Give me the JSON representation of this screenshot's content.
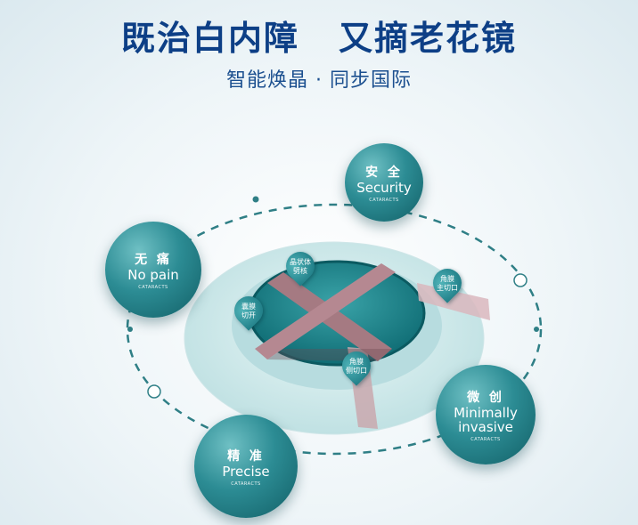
{
  "header": {
    "title_left": "既治白内障",
    "title_right": "又摘老花镜",
    "subtitle_left": "智能焕晶",
    "subtitle_sep": "·",
    "subtitle_right": "同步国际"
  },
  "bubbles": {
    "security": {
      "cn": "安 全",
      "en": "Security",
      "tag": "CATARACTS"
    },
    "nopain": {
      "cn": "无 痛",
      "en": "No pain",
      "tag": "CATARACTS"
    },
    "minimal": {
      "cn": "微 创",
      "en1": "Minimally",
      "en2": "invasive",
      "tag": "CATARACTS"
    },
    "precise": {
      "cn": "精 准",
      "en": "Precise",
      "tag": "CATARACTS"
    }
  },
  "pins": {
    "lens": {
      "l1": "晶状体",
      "l2": "劈核"
    },
    "capsule": {
      "l1": "囊膜",
      "l2": "切开"
    },
    "main": {
      "l1": "角膜",
      "l2": "主切口"
    },
    "side": {
      "l1": "角膜",
      "l2": "侧切口"
    }
  },
  "colors": {
    "title": "#0d3f86",
    "teal": "#2c8c94",
    "dash": "#2f7f86"
  }
}
